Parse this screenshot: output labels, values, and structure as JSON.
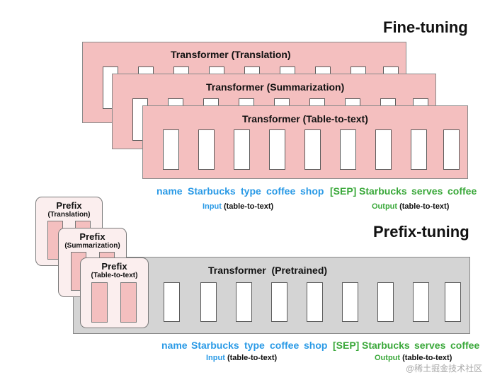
{
  "fine_tuning": {
    "heading": "Fine-tuning",
    "transformers": [
      {
        "title": "Transformer (Translation)"
      },
      {
        "title": "Transformer (Summarization)"
      },
      {
        "title": "Transformer (Table-to-text)"
      }
    ],
    "input_tokens": [
      "name",
      "Starbucks",
      "type",
      "coffee",
      "shop"
    ],
    "output_tokens": [
      "[SEP]",
      "Starbucks",
      "serves",
      "coffee"
    ],
    "input_caption_word": "Input",
    "input_caption_rest": "(table-to-text)",
    "output_caption_word": "Output",
    "output_caption_rest": "(table-to-text)"
  },
  "prefix_tuning": {
    "heading": "Prefix-tuning",
    "prefixes": [
      {
        "title": "Prefix",
        "subtitle": "(Translation)"
      },
      {
        "title": "Prefix",
        "subtitle": "(Summarization)"
      },
      {
        "title": "Prefix",
        "subtitle": "(Table-to-text)"
      }
    ],
    "transformer_title": "Transformer  (Pretrained)",
    "input_tokens": [
      "name",
      "Starbucks",
      "type",
      "coffee",
      "shop"
    ],
    "output_tokens": [
      "[SEP]",
      "Starbucks",
      "serves",
      "coffee"
    ],
    "input_caption_word": "Input",
    "input_caption_rest": "(table-to-text)",
    "output_caption_word": "Output",
    "output_caption_rest": "(table-to-text)"
  },
  "watermark": "@稀土掘金技术社区",
  "colors": {
    "input_token": "#2a9ae6",
    "output_token": "#3aa83a",
    "fine_tuned_model": "#f4bfbf",
    "frozen_model": "#d4d4d4"
  }
}
